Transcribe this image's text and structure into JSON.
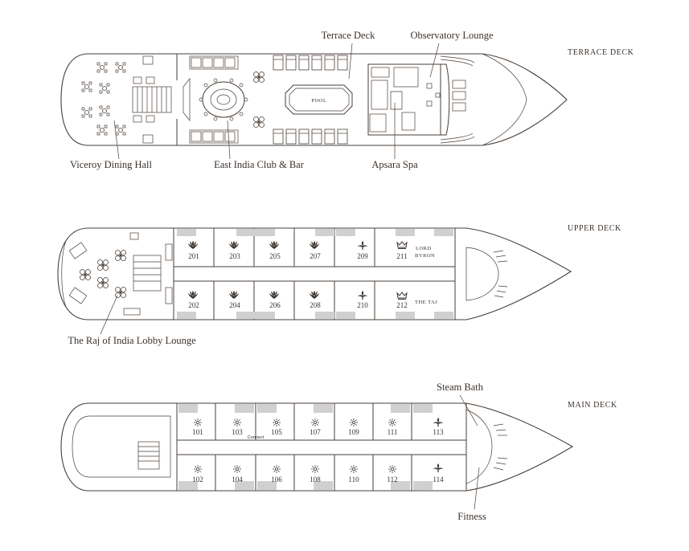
{
  "decks": {
    "terrace": {
      "title": "TERRACE DECK",
      "labels": {
        "terrace_deck": "Terrace Deck",
        "observatory_lounge": "Observatory Lounge",
        "viceroy_dining_hall": "Viceroy Dining Hall",
        "east_india_club_bar": "East India Club & Bar",
        "apsara_spa": "Apsara Spa",
        "pool": "POOL"
      }
    },
    "upper": {
      "title": "UPPER DECK",
      "labels": {
        "raj_lobby_lounge": "The Raj of India Lobby Lounge",
        "lord_byron_line1": "LORD",
        "lord_byron_line2": "BYRON",
        "the_taj": "THE TAJ"
      },
      "cabins_top": [
        "201",
        "203",
        "205",
        "207",
        "209",
        "211"
      ],
      "cabins_bottom": [
        "202",
        "204",
        "206",
        "208",
        "210",
        "212"
      ]
    },
    "main": {
      "title": "MAIN DECK",
      "labels": {
        "steam_bath": "Steam Bath",
        "fitness": "Fitness",
        "connect": "Connect"
      },
      "cabins_top": [
        "101",
        "103",
        "105",
        "107",
        "109",
        "111",
        "113"
      ],
      "cabins_bottom": [
        "102",
        "104",
        "106",
        "108",
        "110",
        "112",
        "114"
      ]
    }
  }
}
